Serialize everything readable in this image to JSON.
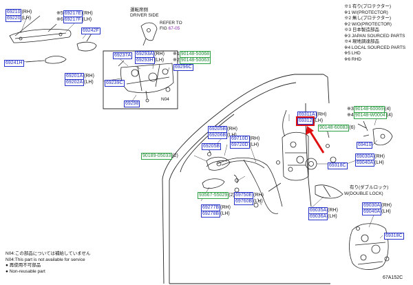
{
  "legend": {
    "lines": [
      "※1 有り(プロテクター)",
      "※1 W/(PROTECTOR)",
      "※2 無し(プロテクター)",
      "※2 W/O(PROTECTOR)",
      "※3 日本製造部品",
      "※3 JAPAN SOURCED PARTS",
      "※4 現地調達部品",
      "※4 LOCAL SOURCED PARTS",
      "※5 LHD",
      "※6 RHD"
    ]
  },
  "driver_side": {
    "jp": "運転席側",
    "en": "DRIVER SIDE"
  },
  "refer": {
    "line1": "REFER TO",
    "fig_prefix": "FIG",
    "fig_ref": "67-05"
  },
  "double_lock": {
    "jp": "有り(ダブルロック)",
    "en": "W(DOUBLE LOCK)"
  },
  "notes": {
    "n04_jp": "N04:この部品については補給していません",
    "n04_en": "N04:This part is not available for service",
    "nr_jp": "● 再使用不可部品",
    "nr_en": "● Non-reusable part"
  },
  "code": "67A152C",
  "labels": {
    "p69210": {
      "code": "69210",
      "suffix": "(RH)"
    },
    "p69220": {
      "code": "69220",
      "suffix": "(LH)"
    },
    "p69217E": {
      "pre": "※5",
      "code": "69217E",
      "suffix": "(RH)"
    },
    "p69217F": {
      "pre": "※6",
      "code": "69217F",
      "suffix": "(LH)"
    },
    "p69242F": {
      "code": "69242F"
    },
    "p69241H": {
      "code": "69241H"
    },
    "p69237A": {
      "code": "69237A"
    },
    "p69293A": {
      "code": "69293A",
      "suffix": "(RH)"
    },
    "p69293H": {
      "code": "69293H",
      "suffix": "(LH)"
    },
    "p90148_50068": {
      "pre": "※1",
      "code": "90148-50068"
    },
    "p90148_50063": {
      "pre": "※2",
      "code": "90148-50063"
    },
    "p69296C": {
      "code": "69296C"
    },
    "p69201A": {
      "code": "69201A",
      "suffix": "(RH)"
    },
    "p69202A": {
      "code": "69202A",
      "suffix": "(LH)"
    },
    "p69239C": {
      "code": "69239C"
    },
    "p69298": {
      "code": "69298"
    },
    "n04": {
      "code": "N04"
    },
    "p69311A": {
      "code": "69311A",
      "suffix": "(RH)"
    },
    "p69312": {
      "code": "69312",
      "suffix": "(LH)"
    },
    "p90148_60069": {
      "pre": "※3",
      "code": "90148-60069",
      "suffix": "(4)"
    },
    "p90148_W0004": {
      "pre": "※4",
      "code": "90148-W0004",
      "suffix": "(4)"
    },
    "p90148_60083": {
      "code": "90148-60083",
      "suffix": "(6)"
    },
    "p69410": {
      "code": "69410"
    },
    "p69205B": {
      "code": "69205B",
      "suffix": "(RH)"
    },
    "p69206B": {
      "code": "69206B",
      "suffix": "(LH)"
    },
    "p69205B2": {
      "code": "69205B"
    },
    "p90189_05033": {
      "code": "90189-05033",
      "suffix": "(2)"
    },
    "p69710D": {
      "code": "69710D",
      "suffix": "(RH)"
    },
    "p69720D": {
      "code": "69720D",
      "suffix": "(LH)"
    },
    "p69030A": {
      "code": "69030A",
      "suffix": "(RH)"
    },
    "p69040A": {
      "code": "69040A",
      "suffix": "(LH)"
    },
    "p69318C": {
      "code": "69318C"
    },
    "p93567_55029": {
      "code": "93567-55029",
      "suffix": "(2)"
    },
    "p69750E": {
      "code": "69750E",
      "suffix": "(RH)"
    },
    "p69760B": {
      "code": "69760B",
      "suffix": "(LH)"
    },
    "p69277B": {
      "code": "69277B",
      "suffix": "(RH)"
    },
    "p69278B": {
      "code": "69278B",
      "suffix": "(LH)"
    },
    "p69035A": {
      "code": "69035A",
      "suffix": "(RH)"
    },
    "p69036A": {
      "code": "69036A",
      "suffix": "(LH)"
    },
    "p69030A2": {
      "code": "69030A",
      "suffix": "(RH)"
    },
    "p69040A2": {
      "code": "69040A",
      "suffix": "(LH)"
    },
    "p69318C2": {
      "code": "69318C"
    }
  },
  "colors": {
    "part_border": "#2430c8",
    "part_text": "#1a28c0",
    "green": "#2aa040",
    "highlight": "#e01010",
    "fig_ref": "#8a1fb0"
  }
}
